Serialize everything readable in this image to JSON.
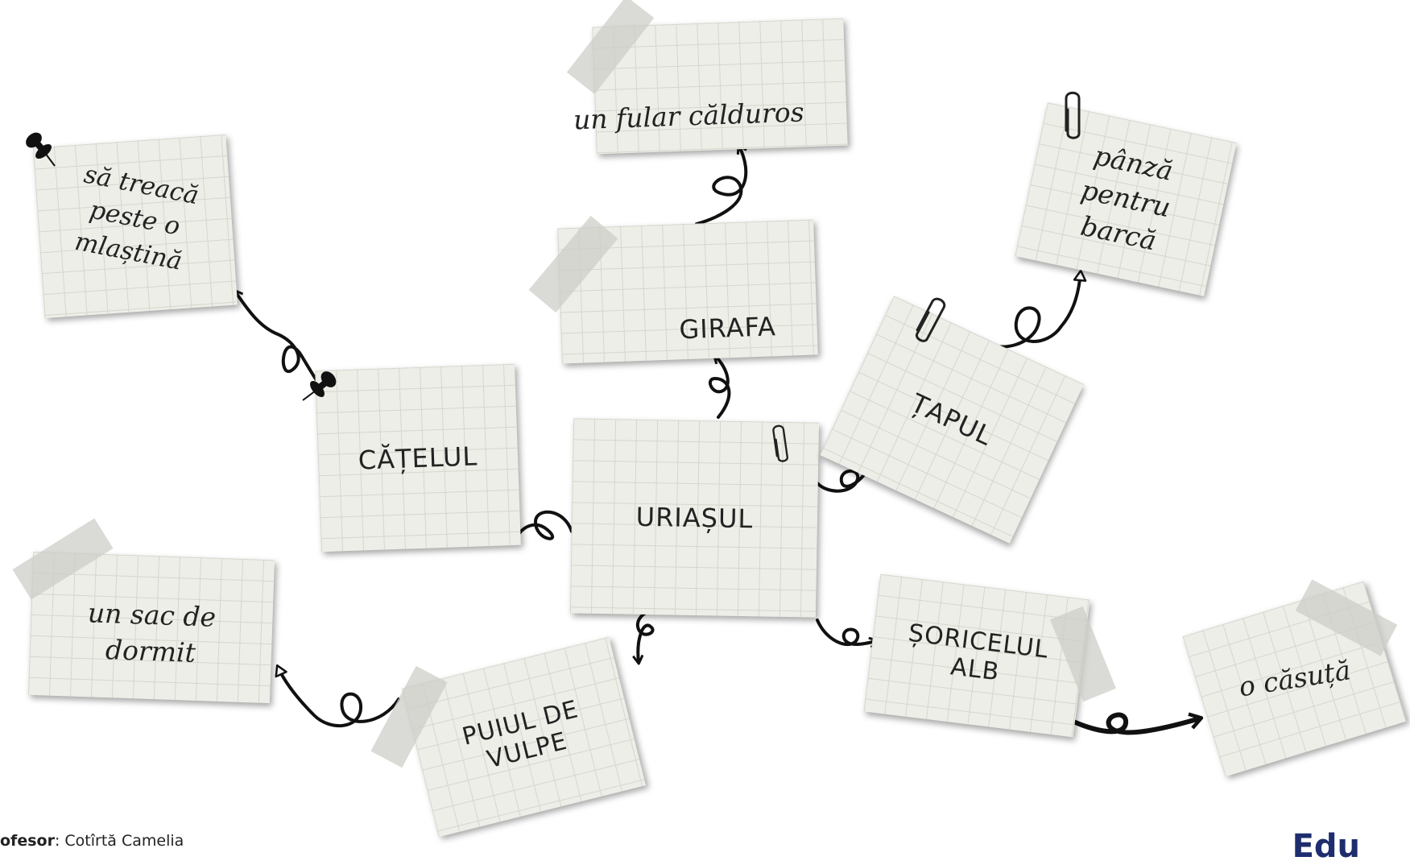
{
  "diagram": {
    "center": "URIAȘUL",
    "characters": [
      "CĂȚELUL",
      "GIRAFA",
      "ȚAPUL",
      "ȘORICELUL ALB",
      "PUIUL DE VULPE"
    ],
    "items": {
      "catelul": "să treacă peste o mlaștină",
      "girafa": "un fular călduros",
      "tapul": "pânză pentru barcă",
      "soricelul": "o căsuță",
      "puiul": "un sac de dormit"
    }
  },
  "footer": {
    "label": "ofesor",
    "name": ": Cotîrtă Camelia",
    "brand": "Edu"
  },
  "colors": {
    "card": "#eeeee8",
    "grid": "#d6d6ce",
    "ink": "#111111",
    "brand": "#1e2d6e"
  },
  "icons": [
    "paperclip-icon",
    "pushpin-icon",
    "tape-strip"
  ]
}
